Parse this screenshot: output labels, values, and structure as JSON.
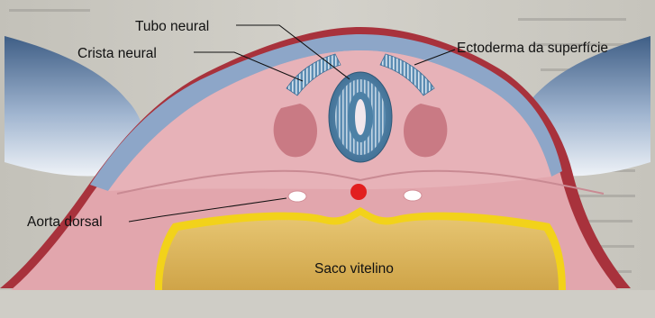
{
  "labels": {
    "neural_tube": "Tubo neural",
    "neural_crest": "Crista neural",
    "surface_ectoderm": "Ectoderma da superfície",
    "dorsal_aorta": "Aorta dorsal",
    "yolk_sac": "Saco vitelino"
  },
  "colors": {
    "page_background": "#c9c7bf",
    "mesoderm": "#e2a6ad",
    "ectoderm_band": "#8da6c8",
    "outer_rim": "#a8323c",
    "neural_tube": "#4d81a6",
    "yolk_sac": "#d8b154",
    "yellow_layer": "#f2d21a",
    "notochord": "#e21f1f"
  }
}
